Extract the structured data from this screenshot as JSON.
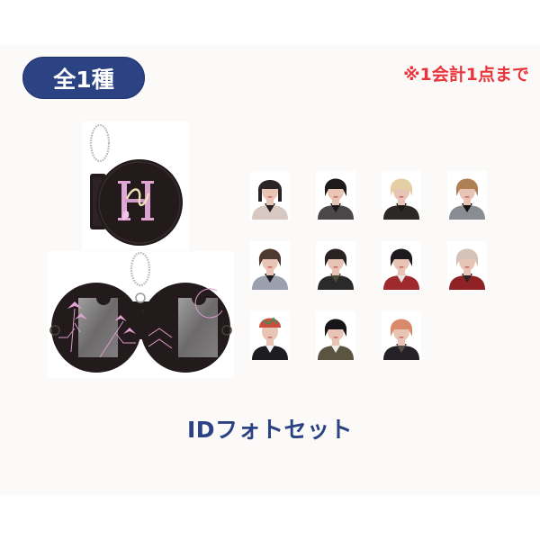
{
  "badge": {
    "label": "全1種"
  },
  "limit_note": {
    "text": "※1会計1点まで"
  },
  "product": {
    "title": "IDフォトセット",
    "keychain_top": {
      "description": "round black acrylic keychain with pink monogram logo and ball chain",
      "colors": {
        "body": "#231a1b",
        "logo": "#e3a4d4",
        "chain": "#b8b8b8"
      }
    },
    "keychain_open": {
      "description": "open double-round black photo holder with two clear windows, pink flower and line motifs",
      "colors": {
        "body": "#231a1b",
        "window": "#6c6a6b",
        "accent": "#d89ccc"
      }
    },
    "photos": [
      {
        "index": 1,
        "hair": "#2a2426",
        "top": "#d8c8c2",
        "accent": "#262223",
        "hat": true
      },
      {
        "index": 2,
        "hair": "#1e1a1b",
        "top": "#4a4748",
        "accent": "#1a1819"
      },
      {
        "index": 3,
        "hair": "#e4cfa3",
        "top": "#2c2825",
        "accent": "#1e1c1a"
      },
      {
        "index": 4,
        "hair": "#b08055",
        "top": "#8a8c94",
        "accent": "#141314"
      },
      {
        "index": 5,
        "hair": "#4e3a2e",
        "top": "#9aa0ad",
        "accent": "#1f1e22"
      },
      {
        "index": 6,
        "hair": "#2a2220",
        "top": "#2b2a2a",
        "accent": "#4a4a3a"
      },
      {
        "index": 7,
        "hair": "#1c1a1c",
        "top": "#9e2a2e",
        "accent": "#e8e4e4"
      },
      {
        "index": 8,
        "hair": "#d2c2b8",
        "top": "#8e2224",
        "accent": "#2a2626"
      },
      {
        "index": 9,
        "hair": "#c84e3e",
        "top": "#1d1c20",
        "accent": "#f2f2f2",
        "bandana": true
      },
      {
        "index": 10,
        "hair": "#181618",
        "top": "#5a5440",
        "accent": "#f0ece8"
      },
      {
        "index": 11,
        "hair": "#d98a6a",
        "top": "#242226",
        "accent": "#5a4e48"
      }
    ]
  },
  "colors": {
    "brand_navy": "#2b4283",
    "notice_red": "#e8343a",
    "panel_bg": "#fbfaf8",
    "page_bg": "#ffffff"
  }
}
